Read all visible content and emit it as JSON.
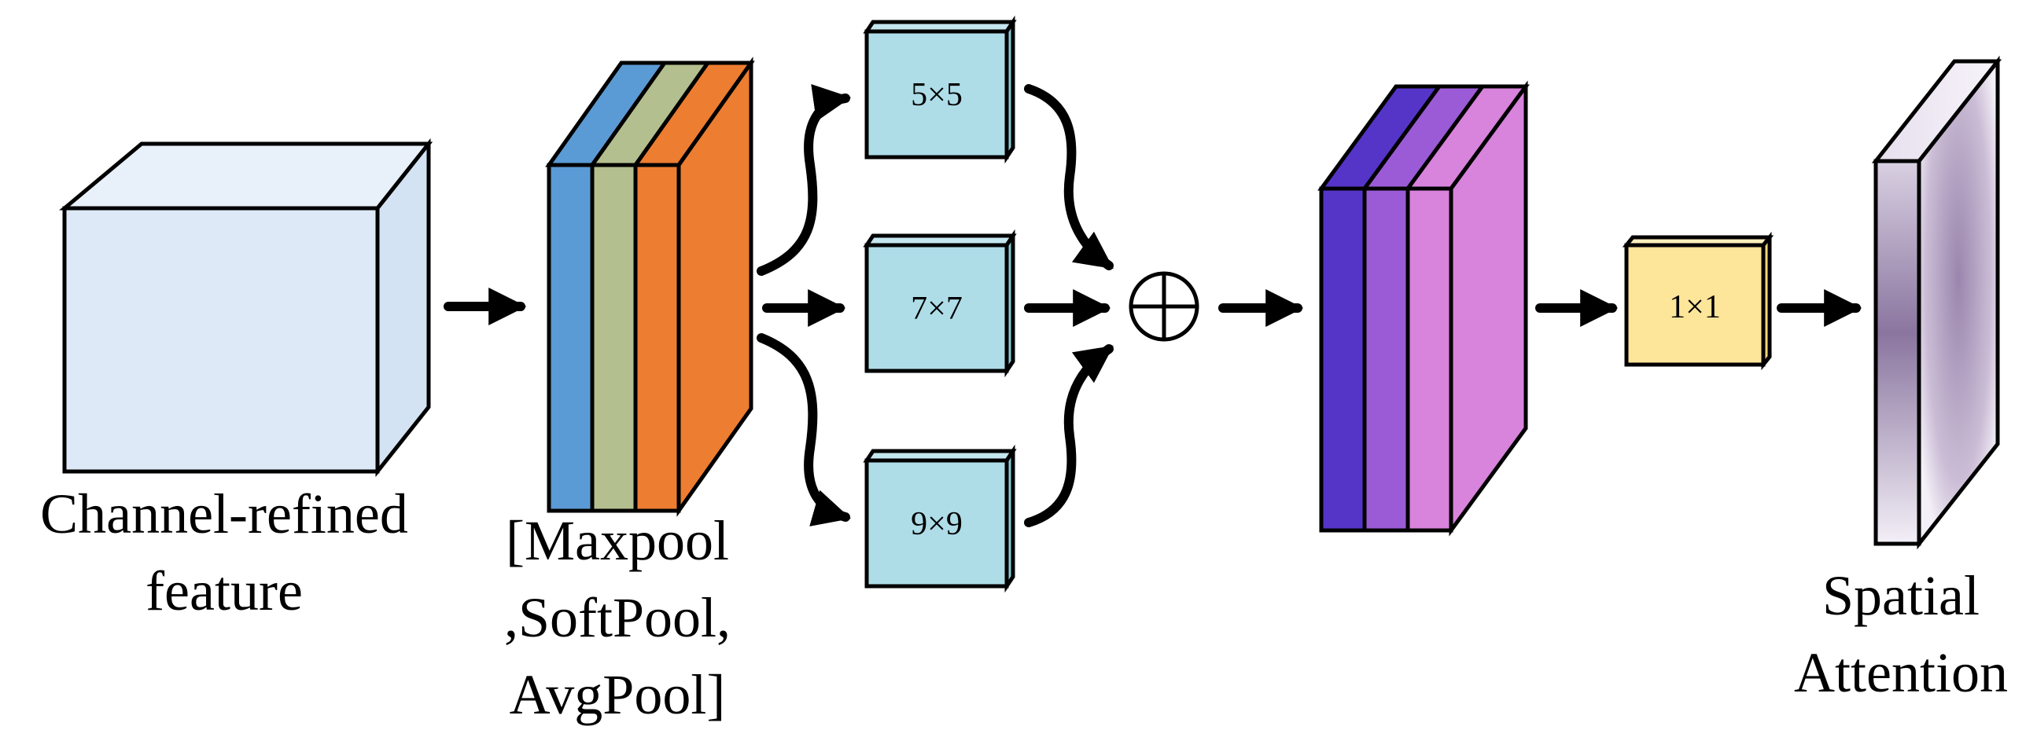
{
  "input_label_line1": "Channel-refined",
  "input_label_line2": "feature",
  "pool_label_line1": "[Maxpool",
  "pool_label_line2": ",SoftPool,",
  "pool_label_line3": "AvgPool]",
  "kernel_5": "5×5",
  "kernel_7": "7×7",
  "kernel_9": "9×9",
  "kernel_1": "1×1",
  "output_label_line1": "Spatial",
  "output_label_line2": "Attention",
  "colors": {
    "input_front": "#dde9f6",
    "input_top": "#e8f0fa",
    "input_side": "#d4e3f3",
    "maxpool": "#5b9bd5",
    "softpool": "#b3bf8e",
    "avgpool": "#ed7d31",
    "kernel_front": "#aedde8",
    "kernel_side": "#8dcad9",
    "merged_1": "#5535c8",
    "merged_2": "#9b5bd6",
    "merged_3": "#d883dc",
    "conv1x1_front": "#fde59a",
    "conv1x1_side": "#f7d67a",
    "attention_front": "#8a759f",
    "attention_side": "#b9a6c6"
  }
}
